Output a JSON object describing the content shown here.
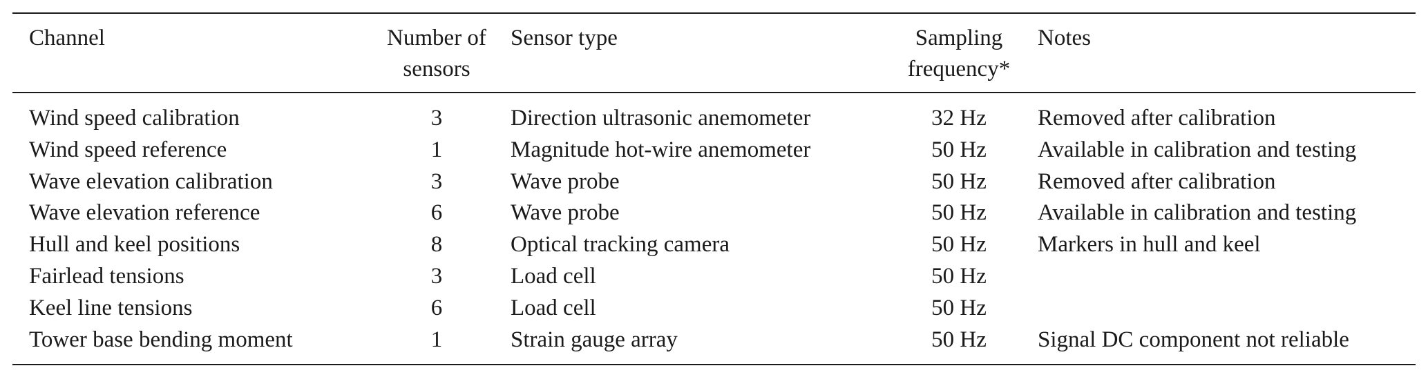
{
  "table": {
    "headers": {
      "channel": "Channel",
      "num_line1": "Number of",
      "num_line2": "sensors",
      "sensor": "Sensor type",
      "freq_line1": "Sampling",
      "freq_line2": "frequency*",
      "notes": "Notes"
    },
    "rows": [
      {
        "channel": "Wind speed calibration",
        "num": "3",
        "sensor": "Direction ultrasonic anemometer",
        "freq": "32 Hz",
        "notes": "Removed after calibration"
      },
      {
        "channel": "Wind speed reference",
        "num": "1",
        "sensor": "Magnitude hot-wire anemometer",
        "freq": "50 Hz",
        "notes": "Available in calibration and testing"
      },
      {
        "channel": "Wave elevation calibration",
        "num": "3",
        "sensor": "Wave probe",
        "freq": "50 Hz",
        "notes": "Removed after calibration"
      },
      {
        "channel": "Wave elevation reference",
        "num": "6",
        "sensor": "Wave probe",
        "freq": "50 Hz",
        "notes": "Available in calibration and testing"
      },
      {
        "channel": "Hull and keel positions",
        "num": "8",
        "sensor": "Optical tracking camera",
        "freq": "50 Hz",
        "notes": "Markers in hull and keel"
      },
      {
        "channel": "Fairlead tensions",
        "num": "3",
        "sensor": "Load cell",
        "freq": "50 Hz",
        "notes": ""
      },
      {
        "channel": "Keel line tensions",
        "num": "6",
        "sensor": "Load cell",
        "freq": "50 Hz",
        "notes": ""
      },
      {
        "channel": "Tower base bending moment",
        "num": "1",
        "sensor": "Strain gauge array",
        "freq": "50 Hz",
        "notes": "Signal DC component not reliable"
      }
    ]
  }
}
